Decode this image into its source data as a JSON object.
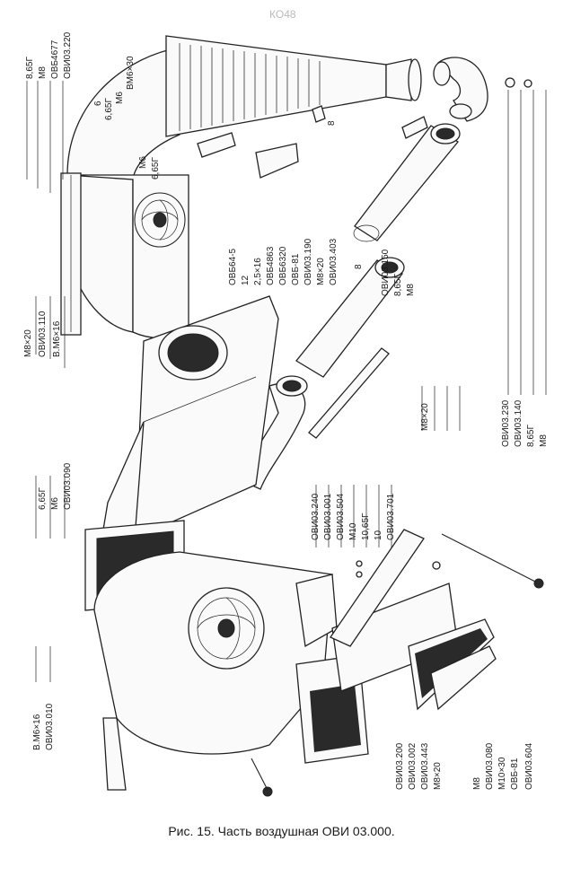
{
  "figure": {
    "caption": "Рис. 15. Часть воздушная ОВИ 03.000.",
    "header_text": "КО48"
  },
  "callouts_top": [
    "8,65Г",
    "М8",
    "ОВБ4677",
    "ОВИ03.220",
    "6",
    "6,65Г",
    "М6",
    "ВМ6×30",
    "М6",
    "6,65Г",
    "8"
  ],
  "callouts_left": [
    "М8×20",
    "ОВИ03.110",
    "В.М6×16",
    "6,65Г",
    "М6",
    "ОВИ03.090",
    "В.М6×16",
    "ОВИ03.010"
  ],
  "callouts_center": [
    "ОВБ64-5",
    "12",
    "2,5×16",
    "ОВБ4863",
    "ОВБ6320",
    "ОВБ-81",
    "ОВИ03.190",
    "М8×20",
    "ОВИ03.403",
    "8",
    "ОВИ03.150",
    "8,65Г",
    "М8",
    "М8×20"
  ],
  "callouts_right": [
    "ОВИ03.230",
    "ОВИ03.140",
    "8,65Г",
    "М8"
  ],
  "callouts_middle": [
    "ОВИ03.240",
    "ОВИ03.001",
    "ОВИ03.504",
    "М10",
    "10,65Г",
    "10",
    "ОВИ03.701"
  ],
  "callouts_bottom": [
    "ОВИ03.200",
    "ОВИ03.002",
    "ОВИ03.443",
    "М8×20",
    "М8",
    "ОВИ03.080",
    "М10×30",
    "ОВБ-81",
    "ОВИ03.604"
  ]
}
